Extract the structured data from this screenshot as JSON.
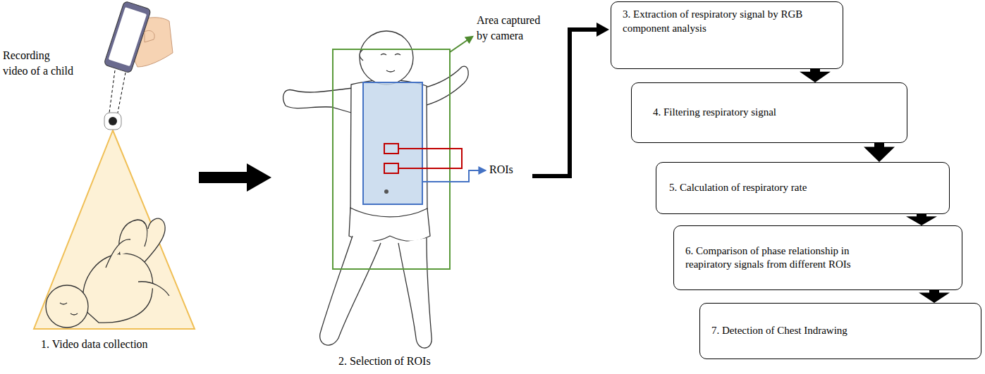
{
  "diagram": {
    "nodes": [
      {
        "text": [
          "3. Extraction of respiratory signal by RGB component analysis"
        ]
      },
      {
        "text": [
          "4. Filtering respiratory signal"
        ]
      },
      {
        "text": [
          "5. Calculation of respiratory rate"
        ]
      },
      {
        "text": [
          "6. Comparison of phase relationship in reapiratory signals from different ROIs"
        ]
      },
      {
        "text": [
          "7. Detection of Chest Indrawing"
        ]
      }
    ],
    "edges": [
      {
        "from": 0,
        "to": 1,
        "arrow": "to"
      },
      {
        "from": 1,
        "to": 2,
        "arrow": "to"
      },
      {
        "from": 2,
        "to": 3,
        "arrow": "to"
      },
      {
        "from": 3,
        "to": 4,
        "arrow": "to"
      }
    ],
    "labels": [
      "Recording video of a child",
      "1. Video data collection",
      "Area captured by camera",
      "ROIs",
      "2. Selection of ROIs"
    ]
  }
}
